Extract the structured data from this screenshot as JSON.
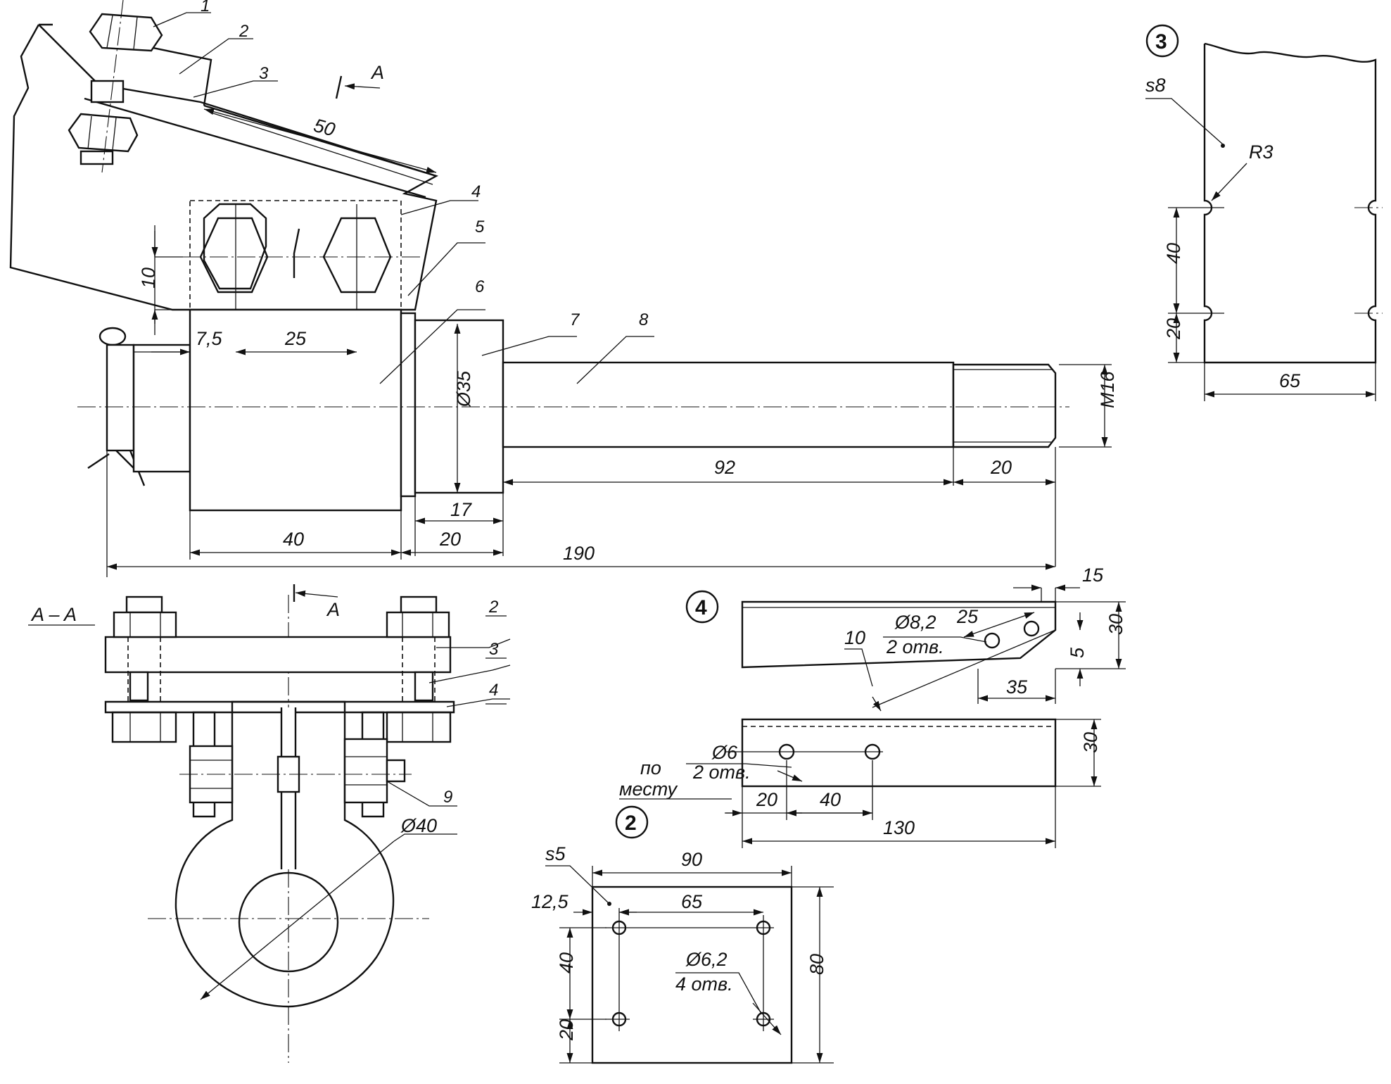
{
  "leaders": [
    "1",
    "2",
    "3",
    "4",
    "5",
    "6",
    "7",
    "8",
    "9"
  ],
  "main_view": {
    "section_mark": "A",
    "dims": {
      "d50": "50",
      "d10": "10",
      "d7_5": "7,5",
      "d25": "25",
      "dia35": "Ø35",
      "m16": "M16",
      "d92": "92",
      "d20_thread": "20",
      "d17": "17",
      "d40": "40",
      "d20_bottom": "20",
      "d190": "190"
    }
  },
  "section_view": {
    "title": "A – A",
    "cut_mark": "A",
    "labels": {
      "l2": "2",
      "l3": "3",
      "l4": "4",
      "l9": "9"
    },
    "dia40": "Ø40"
  },
  "detail3": {
    "number": "3",
    "thickness": "s8",
    "radius": "R3",
    "d40": "40",
    "d20": "20",
    "d65": "65"
  },
  "detail4": {
    "number": "4",
    "d15": "15",
    "d30_top": "30",
    "hole_dia": "Ø8,2",
    "hole_count": "2 отв.",
    "d25": "25",
    "d10": "10",
    "d5": "5",
    "d35": "35",
    "hole2_dia": "Ø6",
    "hole2_count": "2 отв.",
    "po": "по",
    "mestu": "месту",
    "d30_side": "30",
    "d20": "20",
    "d40": "40",
    "d130": "130"
  },
  "detail2": {
    "number": "2",
    "thickness": "s5",
    "d90": "90",
    "d12_5": "12,5",
    "d65": "65",
    "d40": "40",
    "d20": "20",
    "d80": "80",
    "hole_dia": "Ø6,2",
    "hole_count": "4 отв."
  }
}
